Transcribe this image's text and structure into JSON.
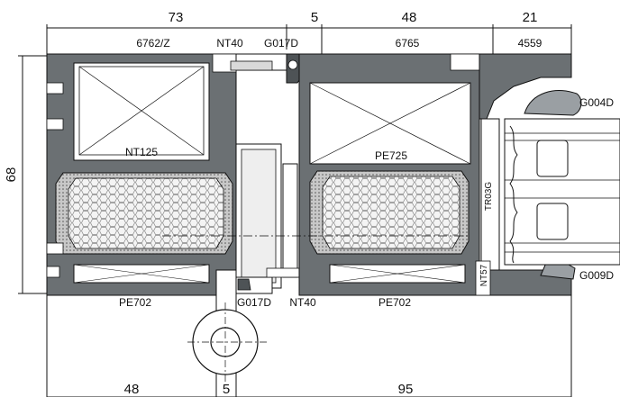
{
  "dimensions": {
    "top": [
      "73",
      "5",
      "48",
      "21"
    ],
    "left": "68",
    "bottom": [
      "48",
      "5",
      "95"
    ]
  },
  "labels": {
    "top_profile_left": "6762/Z",
    "top_nt40": "NT40",
    "top_gasket": "G017D",
    "top_profile_right": "6765",
    "top_profile_far": "4559",
    "gasket_upper": "G004D",
    "gasket_lower": "G009D",
    "insert_left": "NT125",
    "insert_right": "PE725",
    "bottom_pe_left": "PE702",
    "bottom_gasket": "G017D",
    "bottom_nt40": "NT40",
    "bottom_pe_right": "PE702",
    "vertical_tr": "TR03G",
    "vertical_nt": "NT57"
  },
  "colors": {
    "profile": "#6b7073",
    "profile_dark": "#4e5356",
    "insulation": "#f2f2f2",
    "gasket": "#9a9fa3",
    "line": "#111111"
  }
}
